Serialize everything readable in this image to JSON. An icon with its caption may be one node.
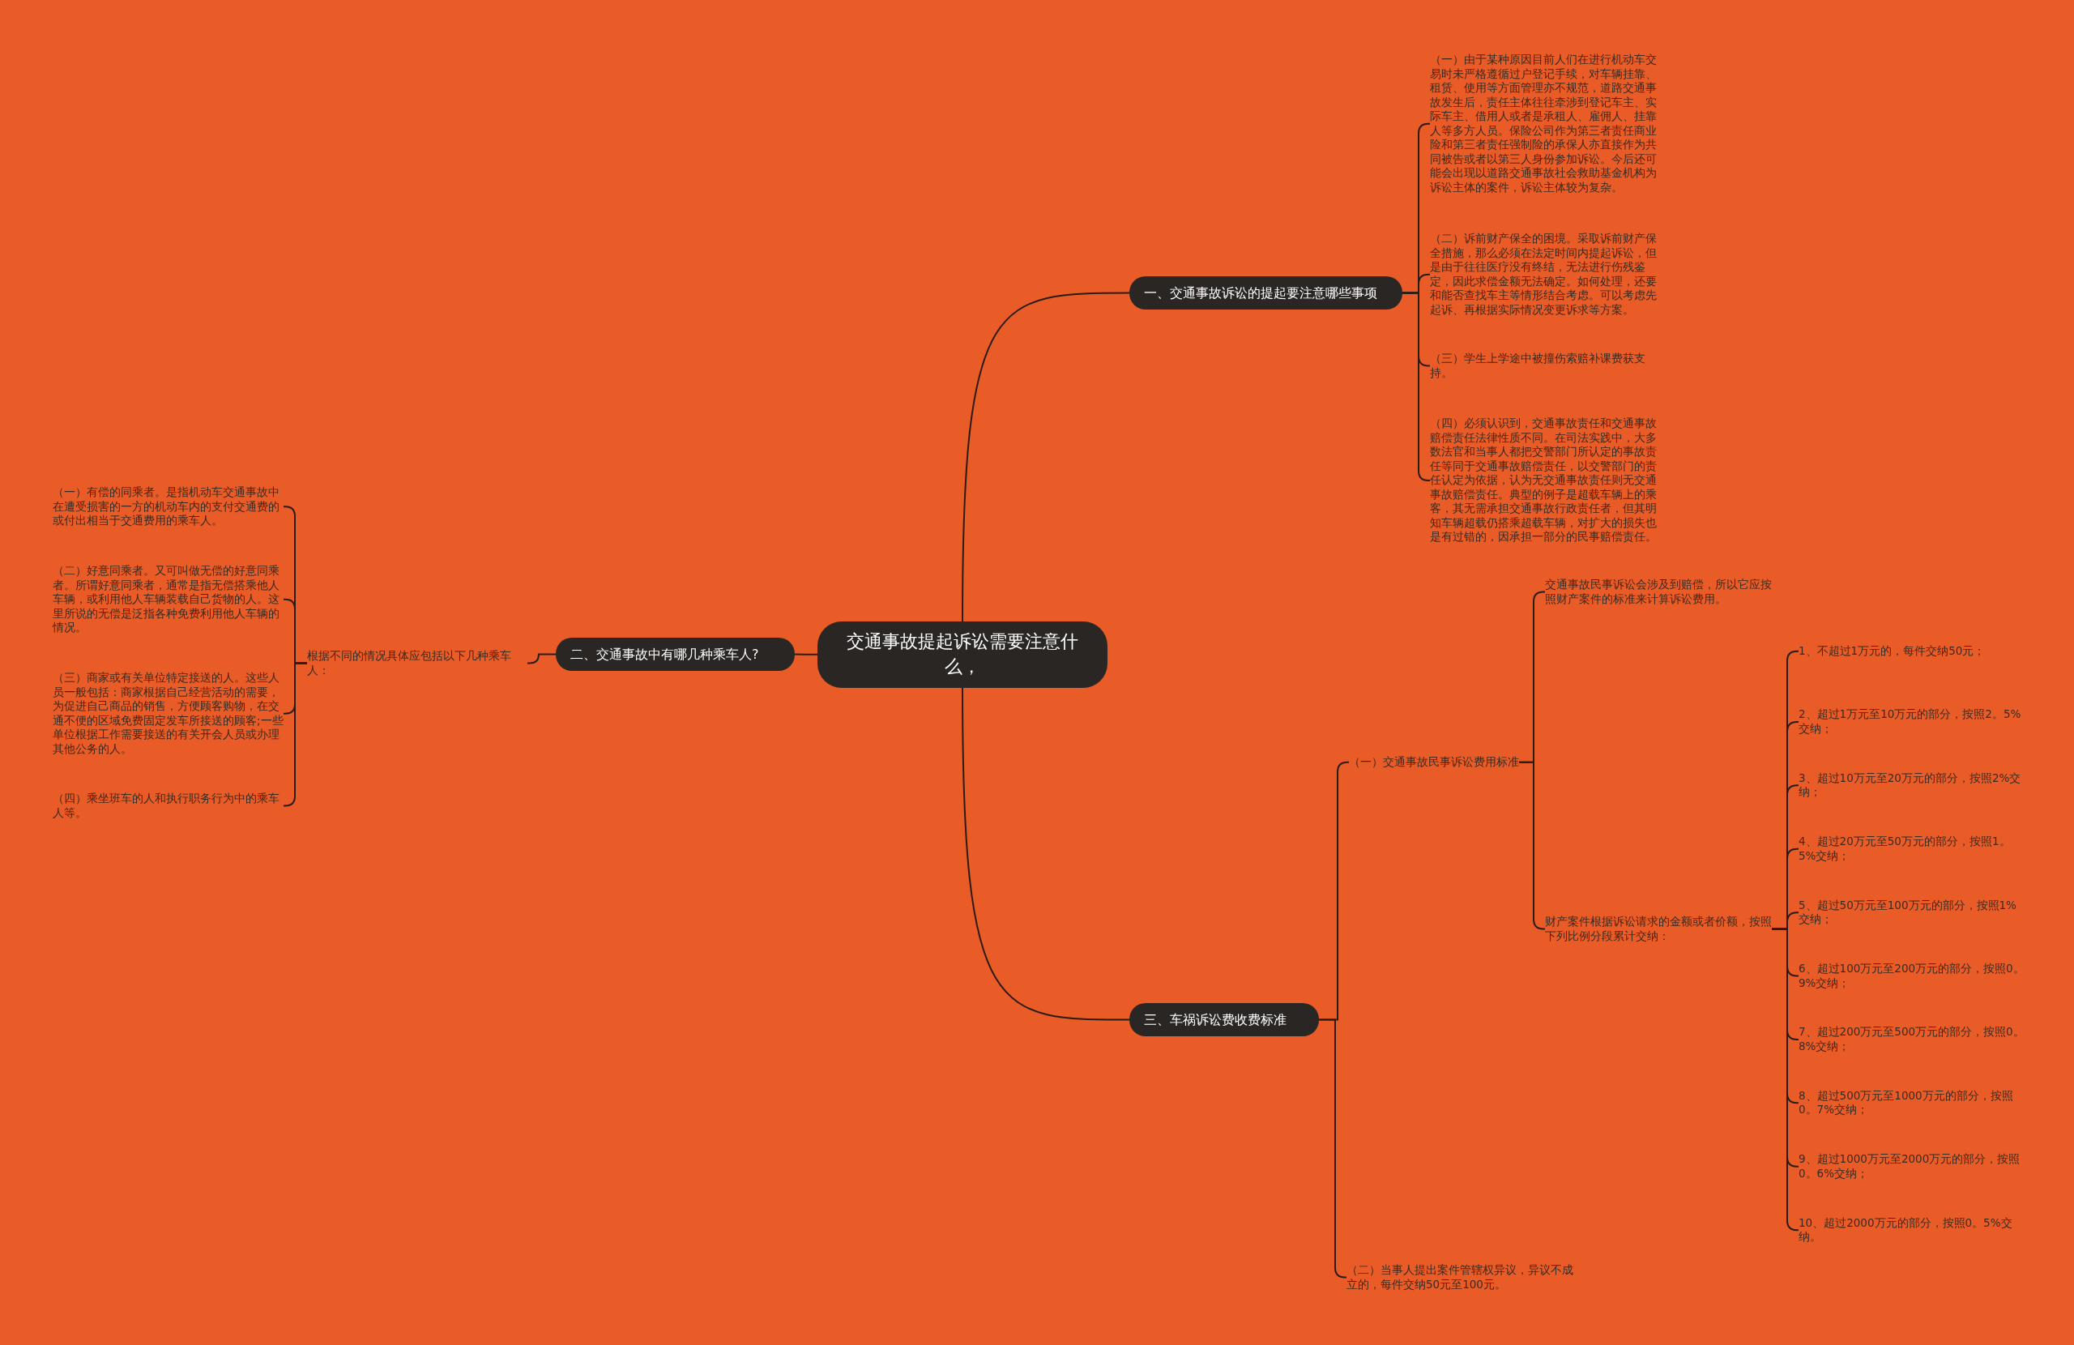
{
  "diagram": {
    "nodes": [
      {
        "text": [
          "交通事故提起诉讼需要注意什么，"
        ]
      },
      {
        "text": [
          "一、交通事故诉讼的提起要注意哪些事项"
        ]
      },
      {
        "text": [
          "（一）由于某种原因目前人们在进行机动车交易时未严格遵循过户登记手续，对车辆挂靠、租赁、使用等方面管理亦不规范，道路交通事故发生后，责任主体往往牵涉到登记车主、实际车主、借用人或者是承租人、雇佣人、挂靠人等多方人员。保险公司作为第三者责任商业险和第三者责任强制险的承保人亦直接作为共同被告或者以第三人身份参加诉讼。今后还可能会出现以道路交通事故社会救助基金机构为诉讼主体的案件，诉讼主体较为复杂。"
        ]
      },
      {
        "text": [
          "（二）诉前财产保全的困境。采取诉前财产保全措施，那么必须在法定时间内提起诉讼，但是由于往往医疗没有终结，无法进行伤残鉴定，因此求偿金额无法确定。如何处理，还要和能否查找车主等情形结合考虑。可以考虑先起诉、再根据实际情况变更诉求等方案。"
        ]
      },
      {
        "text": [
          "（三）学生上学途中被撞伤索赔补课费获支持。"
        ]
      },
      {
        "text": [
          "（四）必须认识到，交通事故责任和交通事故赔偿责任法律性质不同。在司法实践中，大多数法官和当事人都把交警部门所认定的事故责任等同于交通事故赔偿责任，以交警部门的责任认定为依据，认为无交通事故责任则无交通事故赔偿责任。典型的例子是超载车辆上的乘客，其无需承担交通事故行政责任者，但其明知车辆超载仍搭乘超载车辆，对扩大的损失也是有过错的，因承担一部分的民事赔偿责任。"
        ]
      },
      {
        "text": [
          "二、交通事故中有哪几种乘车人?"
        ]
      },
      {
        "text": [
          "根据不同的情况具体应包括以下几种乘车人："
        ]
      },
      {
        "text": [
          "（一）有偿的同乘者。是指机动车交通事故中在遭受损害的一方的机动车内的支付交通费的或付出相当于交通费用的乘车人。"
        ]
      },
      {
        "text": [
          "（二）好意同乘者。又可叫做无偿的好意同乘者。所谓好意同乘者，通常是指无偿搭乘他人车辆，或利用他人车辆装载自己货物的人。这里所说的无偿是泛指各种免费利用他人车辆的情况。"
        ]
      },
      {
        "text": [
          "（三）商家或有关单位特定接送的人。这些人员一般包括：商家根据自己经营活动的需要，为促进自己商品的销售，方便顾客购物，在交通不便的区域免费固定发车所接送的顾客;一些单位根据工作需要接送的有关开会人员或办理其他公务的人。"
        ]
      },
      {
        "text": [
          "（四）乘坐班车的人和执行职务行为中的乘车人等。"
        ]
      },
      {
        "text": [
          "三、车祸诉讼费收费标准"
        ]
      },
      {
        "text": [
          "（一）交通事故民事诉讼费用标准"
        ]
      },
      {
        "text": [
          "交通事故民事诉讼会涉及到赔偿，所以它应按照财产案件的标准来计算诉讼费用。"
        ]
      },
      {
        "text": [
          "财产案件根据诉讼请求的金额或者价额，按照下列比例分段累计交纳："
        ]
      },
      {
        "text": [
          "1、不超过1万元的，每件交纳50元；"
        ]
      },
      {
        "text": [
          "2、超过1万元至10万元的部分，按照2。5%交纳；"
        ]
      },
      {
        "text": [
          "3、超过10万元至20万元的部分，按照2%交纳；"
        ]
      },
      {
        "text": [
          "4、超过20万元至50万元的部分，按照1。5%交纳；"
        ]
      },
      {
        "text": [
          "5、超过50万元至100万元的部分，按照1%交纳；"
        ]
      },
      {
        "text": [
          "6、超过100万元至200万元的部分，按照0。9%交纳；"
        ]
      },
      {
        "text": [
          "7、超过200万元至500万元的部分，按照0。8%交纳；"
        ]
      },
      {
        "text": [
          "8、超过500万元至1000万元的部分，按照0。7%交纳；"
        ]
      },
      {
        "text": [
          "9、超过1000万元至2000万元的部分，按照0。6%交纳；"
        ]
      },
      {
        "text": [
          "10、超过2000万元的部分，按照0。5%交纳。"
        ]
      },
      {
        "text": [
          "（二）当事人提出案件管辖权异议，异议不成立的，每件交纳50元至100元。"
        ]
      }
    ],
    "edges": [
      {
        "from": 0,
        "to": 1,
        "arrow": "none"
      },
      {
        "from": 1,
        "to": 2,
        "arrow": "none"
      },
      {
        "from": 1,
        "to": 3,
        "arrow": "none"
      },
      {
        "from": 1,
        "to": 4,
        "arrow": "none"
      },
      {
        "from": 1,
        "to": 5,
        "arrow": "none"
      },
      {
        "from": 0,
        "to": 6,
        "arrow": "none"
      },
      {
        "from": 6,
        "to": 7,
        "arrow": "none"
      },
      {
        "from": 7,
        "to": 8,
        "arrow": "none"
      },
      {
        "from": 7,
        "to": 9,
        "arrow": "none"
      },
      {
        "from": 7,
        "to": 10,
        "arrow": "none"
      },
      {
        "from": 7,
        "to": 11,
        "arrow": "none"
      },
      {
        "from": 0,
        "to": 12,
        "arrow": "none"
      },
      {
        "from": 12,
        "to": 13,
        "arrow": "none"
      },
      {
        "from": 13,
        "to": 14,
        "arrow": "none"
      },
      {
        "from": 13,
        "to": 15,
        "arrow": "none"
      },
      {
        "from": 15,
        "to": 16,
        "arrow": "none"
      },
      {
        "from": 15,
        "to": 17,
        "arrow": "none"
      },
      {
        "from": 15,
        "to": 18,
        "arrow": "none"
      },
      {
        "from": 15,
        "to": 19,
        "arrow": "none"
      },
      {
        "from": 15,
        "to": 20,
        "arrow": "none"
      },
      {
        "from": 15,
        "to": 21,
        "arrow": "none"
      },
      {
        "from": 15,
        "to": 22,
        "arrow": "none"
      },
      {
        "from": 15,
        "to": 23,
        "arrow": "none"
      },
      {
        "from": 15,
        "to": 24,
        "arrow": "none"
      },
      {
        "from": 15,
        "to": 25,
        "arrow": "none"
      },
      {
        "from": 12,
        "to": 26,
        "arrow": "none"
      }
    ]
  }
}
